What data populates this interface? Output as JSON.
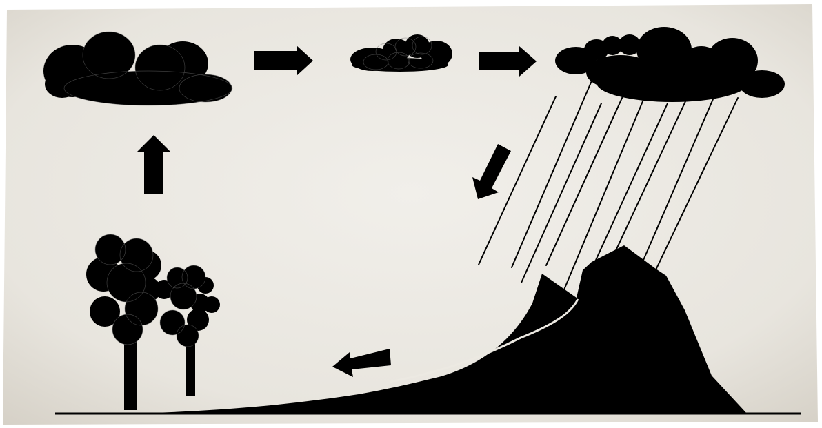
{
  "diagram": {
    "kind": "water-cycle-illustration",
    "paper_color": "#ece9e2",
    "paper_edge_color": "#d9d4ca",
    "silhouette_color": "#000000",
    "canvas_color": "#ffffff",
    "elements": [
      "cloud-large-left",
      "arrow-right-1",
      "cloud-small-center",
      "arrow-right-2",
      "rain-cloud-right",
      "rain-streaks",
      "arrow-down-left",
      "mountains",
      "arrow-left",
      "ground-line",
      "trees",
      "arrow-up"
    ]
  }
}
